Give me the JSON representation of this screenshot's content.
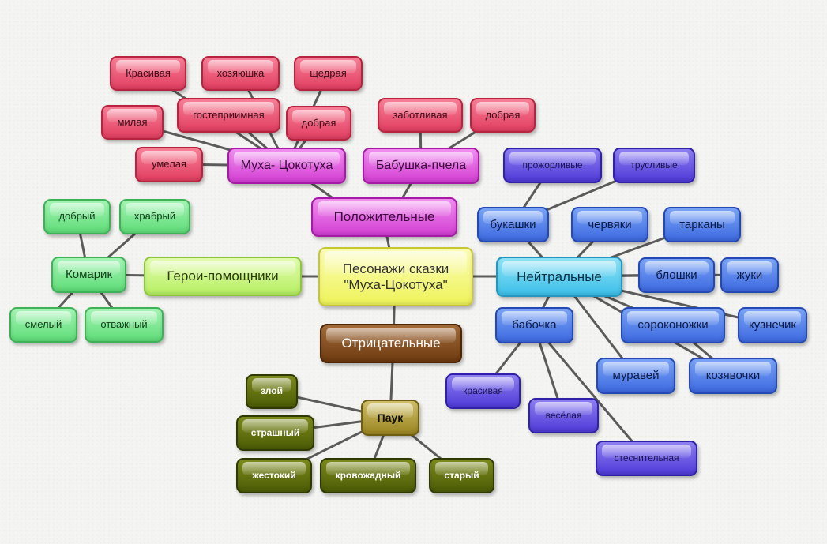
{
  "colors": {
    "line": "#5b5b5b"
  },
  "nodes": {
    "root": "Песонажи сказки\n\"Муха-Цокотуха\"",
    "positive": "Положительные",
    "negative": "Отрицательные",
    "neutral": "Нейтральные",
    "helpers": "Герои-помощники",
    "mukha": "Муха- Цокотуха",
    "babushka": "Бабушка-пчела",
    "komarik": "Комарик",
    "pauk": "Паук",
    "m_krasivaya": "Красивая",
    "m_khozyayushka": "хозяюшка",
    "m_shchedraya": "щедрая",
    "m_gostepriimnaya": "гостеприимная",
    "m_dobraya": "добрая",
    "m_milaya": "милая",
    "m_umelaya": "умелая",
    "b_zabotlivaya": "заботливая",
    "b_dobraya": "добрая",
    "k_dobryy": "добрый",
    "k_khrabryy": "храбрый",
    "k_smelyy": "смелый",
    "k_otvazhnyy": "отважный",
    "p_zloy": "злой",
    "p_strashnyy": "страшный",
    "p_zhestokiy": "жестокий",
    "p_krovozhadnyy": "кровожадный",
    "p_staryy": "старый",
    "n_bukashki": "букашки",
    "n_chervyaki": "червяки",
    "n_tarkany": "тарканы",
    "n_bloshki": "блошки",
    "n_zhuki": "жуки",
    "n_babochka": "бабочка",
    "n_sorokonozhki": "сороконожки",
    "n_kuznechik": "кузнечик",
    "n_muravey": "муравей",
    "n_kozyavochki": "козявочки",
    "n_prozhorlivye": "прожорливые",
    "n_truslivye": "трусливые",
    "n_krasivaya": "красивая",
    "n_vesyolaya": "весёлая",
    "n_stesnitelnaya": "стеснительная"
  }
}
